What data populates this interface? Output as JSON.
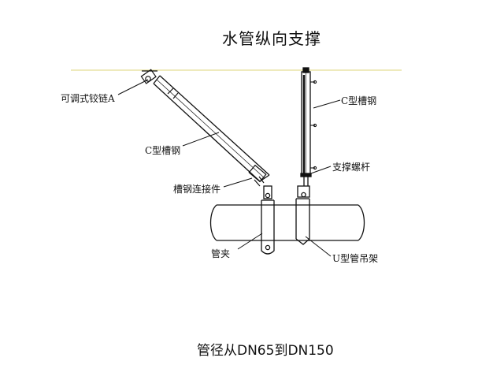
{
  "title": "水管纵向支撑",
  "caption": "管径从DN65到DN150",
  "labels": {
    "hinge": "可调式铰链A",
    "channel_left": "C型槽钢",
    "channel_right": "C型槽钢",
    "connector": "槽钢连接件",
    "rod": "支撑螺杆",
    "clamp": "管夹",
    "hanger": "U型管吊架"
  },
  "colors": {
    "ceiling_line": "#e8e4a6",
    "stroke": "#111111"
  }
}
